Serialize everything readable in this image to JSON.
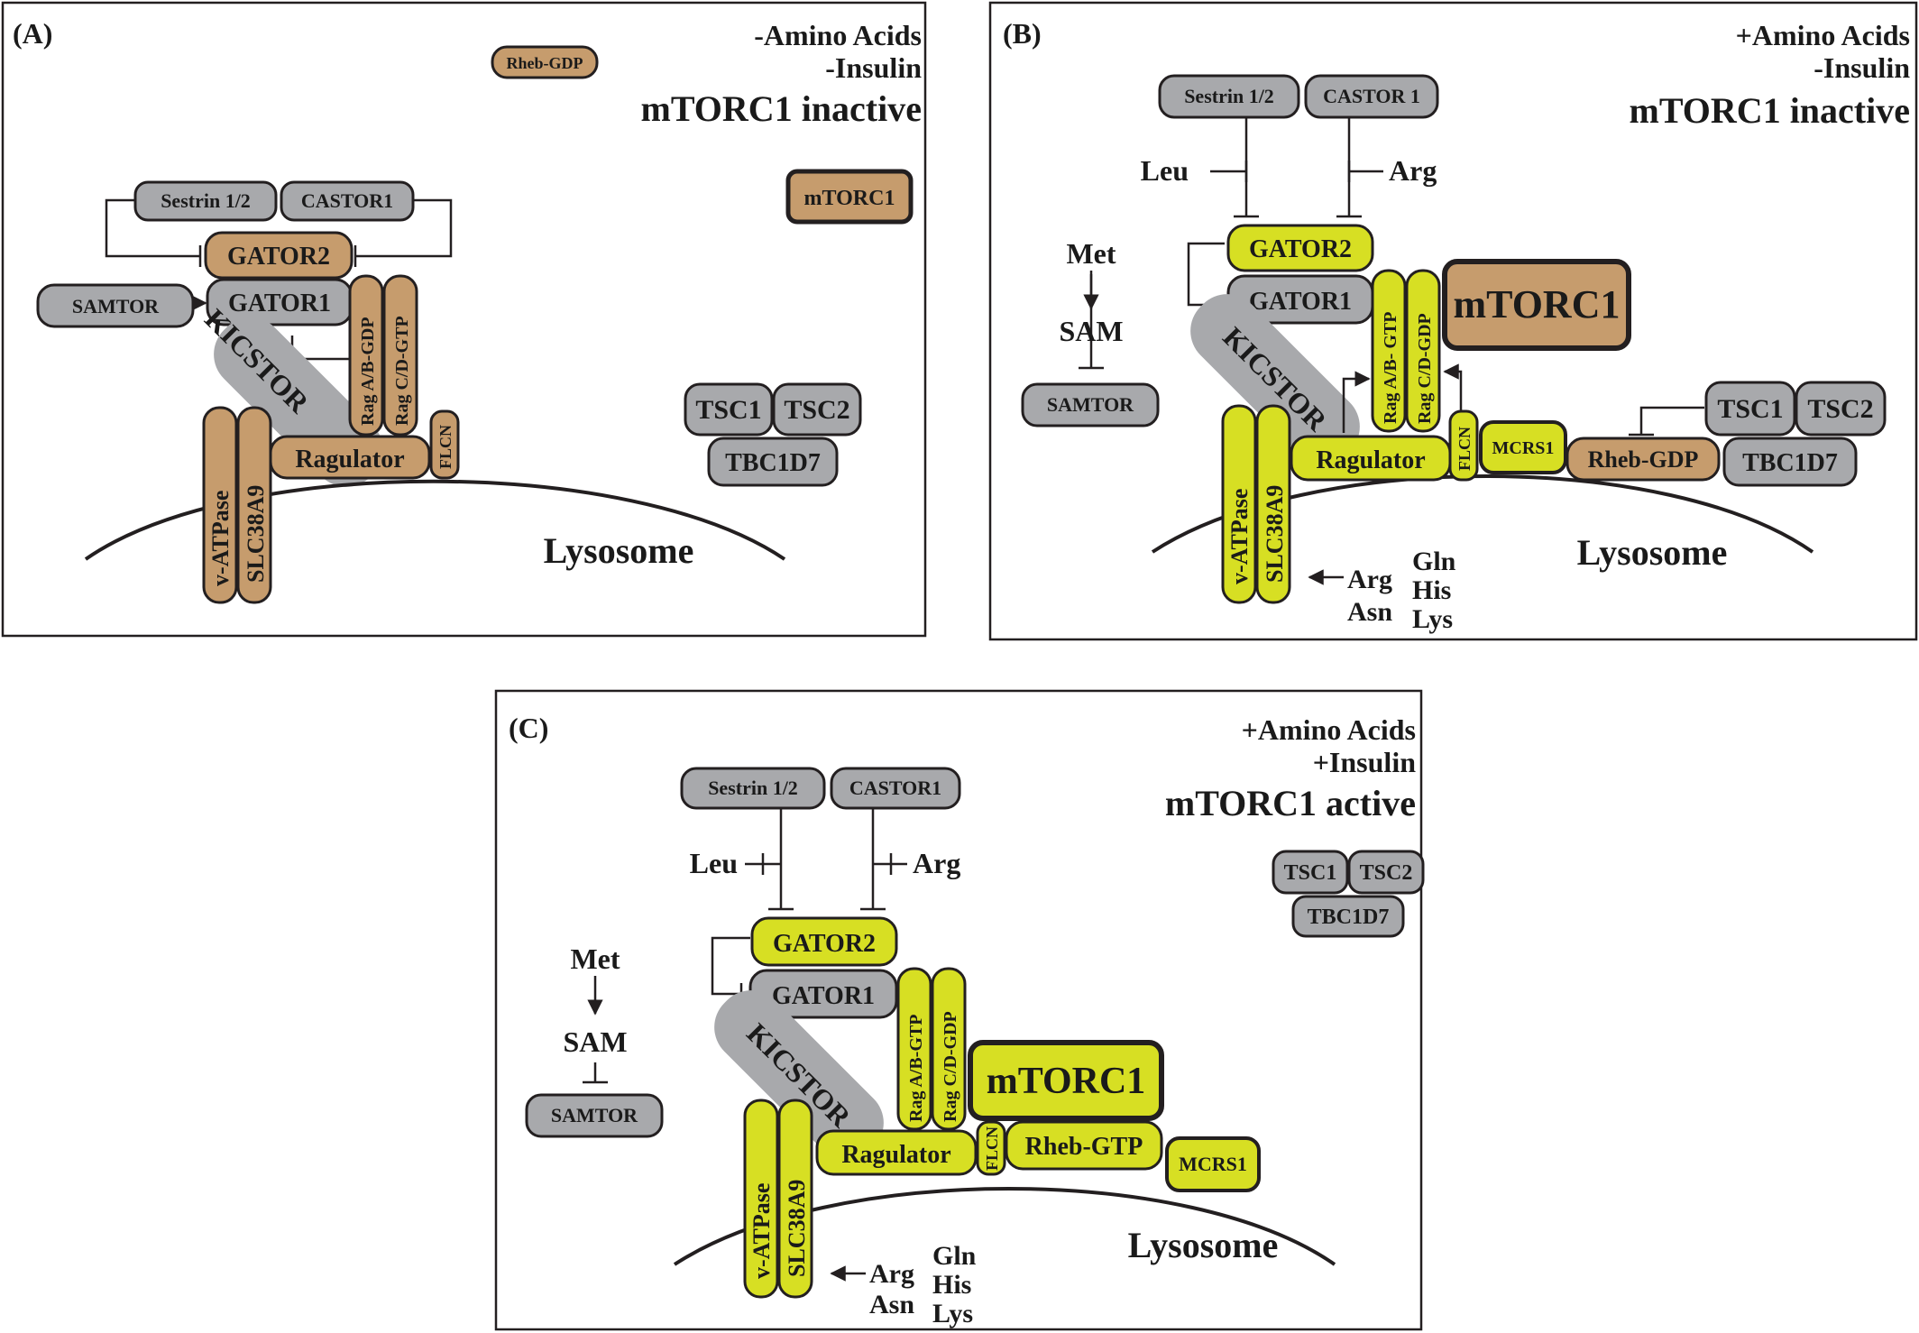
{
  "colors": {
    "gray": "#a8a9ac",
    "tan": "#c69c6d",
    "yellow": "#d7df23",
    "stroke": "#231f20"
  },
  "panels": {
    "a": {
      "label": "(A)",
      "cond": [
        "-Amino Acids",
        "-Insulin"
      ],
      "state": "mTORC1 inactive",
      "nodes": {
        "rheb_gdp": "Rheb-GDP",
        "mtorc1": "mTORC1",
        "sestrin": "Sestrin 1/2",
        "castor": "CASTOR1",
        "gator2": "GATOR2",
        "gator1": "GATOR1",
        "samtor": "SAMTOR",
        "kicstor": "KICSTOR",
        "rag_ab": "Rag A/B-GDP",
        "rag_cd": "Rag C/D-GTP",
        "flcn": "FLCN",
        "ragulator": "Ragulator",
        "vatpase": "v-ATPase",
        "slc": "SLC38A9",
        "tsc1": "TSC1",
        "tsc2": "TSC2",
        "tbc": "TBC1D7",
        "lysosome": "Lysosome"
      }
    },
    "b": {
      "label": "(B)",
      "cond": [
        "+Amino Acids",
        "-Insulin"
      ],
      "state": "mTORC1 inactive",
      "nodes": {
        "sestrin": "Sestrin 1/2",
        "castor": "CASTOR 1",
        "leu": "Leu",
        "arg": "Arg",
        "met": "Met",
        "sam": "SAM",
        "samtor": "SAMTOR",
        "gator2": "GATOR2",
        "gator1": "GATOR1",
        "mtorc1": "mTORC1",
        "kicstor": "KICSTOR",
        "rag_ab": "Rag A/B- GTP",
        "rag_cd": "Rag C/D-GDP",
        "flcn": "FLCN",
        "mcrs1": "MCRS1",
        "ragulator": "Ragulator",
        "rheb_gdp": "Rheb-GDP",
        "vatpase": "v-ATPase",
        "slc": "SLC38A9",
        "tsc1": "TSC1",
        "tsc2": "TSC2",
        "tbc": "TBC1D7",
        "lysosome": "Lysosome",
        "aa_arg": "Arg",
        "aa_asn": "Asn",
        "aa_gln": "Gln",
        "aa_his": "His",
        "aa_lys": "Lys"
      }
    },
    "c": {
      "label": "(C)",
      "cond": [
        "+Amino Acids",
        "+Insulin"
      ],
      "state": "mTORC1 active",
      "nodes": {
        "sestrin": "Sestrin 1/2",
        "castor": "CASTOR1",
        "leu": "Leu",
        "arg": "Arg",
        "met": "Met",
        "sam": "SAM",
        "samtor": "SAMTOR",
        "gator2": "GATOR2",
        "gator1": "GATOR1",
        "kicstor": "KICSTOR",
        "rag_ab": "Rag A/B-GTP",
        "rag_cd": "Rag C/D-GDP",
        "mtorc1": "mTORC1",
        "flcn": "FLCN",
        "rheb_gtp": "Rheb-GTP",
        "mcrs1": "MCRS1",
        "ragulator": "Ragulator",
        "vatpase": "v-ATPase",
        "slc": "SLC38A9",
        "tsc1": "TSC1",
        "tsc2": "TSC2",
        "tbc": "TBC1D7",
        "lysosome": "Lysosome",
        "aa_arg": "Arg",
        "aa_asn": "Asn",
        "aa_gln": "Gln",
        "aa_his": "His",
        "aa_lys": "Lys"
      }
    }
  }
}
